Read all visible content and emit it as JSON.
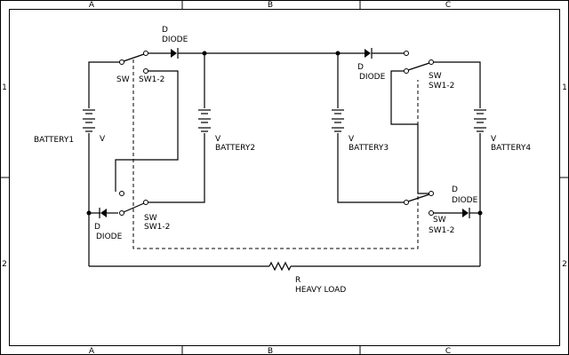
{
  "frame": {
    "columns": [
      "A",
      "B",
      "C"
    ],
    "rows": [
      "1",
      "2"
    ]
  },
  "components": {
    "battery1": {
      "ref": "BATTERY1",
      "value": "V"
    },
    "battery2": {
      "ref": "BATTERY2",
      "value": "V"
    },
    "battery3": {
      "ref": "BATTERY3",
      "value": "V"
    },
    "battery4": {
      "ref": "BATTERY4",
      "value": "V"
    },
    "sw_top_left": {
      "ref": "SW",
      "value": "SW1-2"
    },
    "sw_bottom_left": {
      "ref": "SW",
      "value": "SW1-2"
    },
    "sw_top_right": {
      "ref": "SW",
      "value": "SW1-2"
    },
    "sw_bottom_right": {
      "ref": "SW",
      "value": "SW1-2"
    },
    "diode_top_left": {
      "ref": "D",
      "value": "DIODE"
    },
    "diode_bottom_left": {
      "ref": "D",
      "value": "DIODE"
    },
    "diode_top_right": {
      "ref": "D",
      "value": "DIODE"
    },
    "diode_bottom_right": {
      "ref": "D",
      "value": "DIODE"
    },
    "load": {
      "ref": "R",
      "value": "HEAVY LOAD"
    }
  }
}
